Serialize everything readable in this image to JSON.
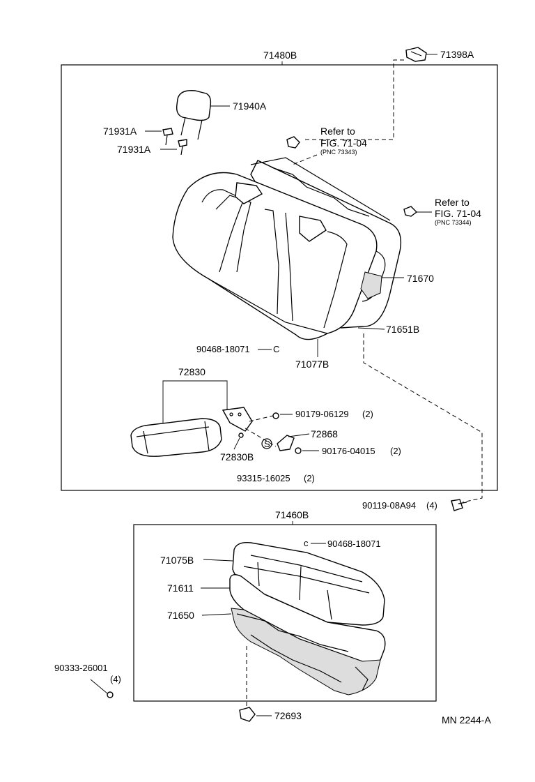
{
  "labels": {
    "upper_assembly": "71480B",
    "clip_top": "71398A",
    "headrest": "71940A",
    "headrest_support_1": "71931A",
    "headrest_support_2": "71931A",
    "refer_1_line1": "Refer to",
    "refer_1_line2": "FIG. 71-04",
    "refer_1_pnc": "(PNC 73343)",
    "refer_2_line1": "Refer to",
    "refer_2_line2": "FIG. 71-04",
    "refer_2_pnc": "(PNC 73344)",
    "frame": "71670",
    "pad_back": "71651B",
    "cover_back": "71077B",
    "hog_ring": "90468-18071",
    "armrest": "72830",
    "bolt_1": "90179-06129",
    "bolt_1_qty": "(2)",
    "bracket": "72868",
    "armrest_sub": "72830B",
    "nut": "90176-04015",
    "nut_qty": "(2)",
    "spacer": "93315-16025",
    "spacer_qty": "(2)",
    "spacer_symbol": "S",
    "bolt_2": "90119-08A94",
    "bolt_2_qty": "(4)",
    "lower_assembly": "71460B",
    "hog_ring_2": "90468-18071",
    "cover_cushion": "71075B",
    "pad_cushion": "71611",
    "frame_cushion": "71650",
    "grommet": "90333-26001",
    "grommet_qty": "(4)",
    "hook": "72693",
    "diagram_id": "MN  2244-A"
  }
}
